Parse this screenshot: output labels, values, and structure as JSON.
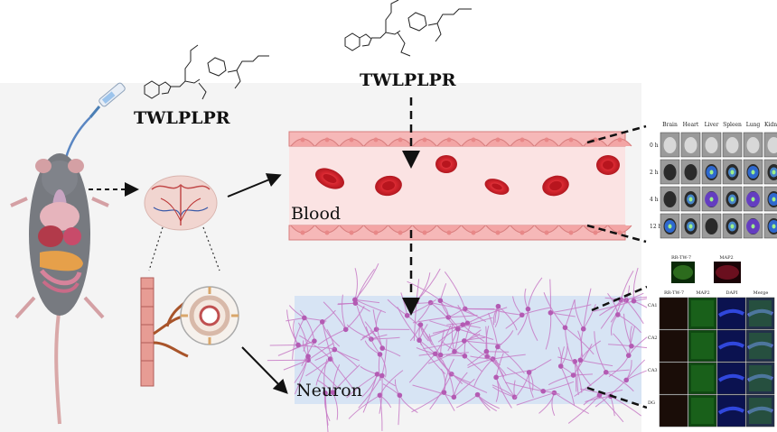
{
  "peptide": {
    "left_label": "TWLPLPR",
    "top_label": "TWLPLPR"
  },
  "compartments": {
    "blood": "Blood",
    "neuron": "Neuron"
  },
  "imaging": {
    "columns": [
      "Brain",
      "Heart",
      "Liver",
      "Spleen",
      "Lung",
      "Kidney"
    ],
    "rows": [
      "0 h",
      "2 h",
      "4 h",
      "12 h"
    ]
  },
  "histology": {
    "top_labels": [
      "RR-TW-7",
      "MAP2"
    ],
    "columns": [
      "RR-TW-7",
      "MAP2",
      "DAPI",
      "Merge"
    ],
    "rows": [
      "CA1",
      "CA2",
      "CA3",
      "DG"
    ]
  },
  "colors": {
    "vessel": "#f6b8b8",
    "vessel_lumen": "#fbe3e3",
    "rbc": "#d7262f",
    "neuron": "#c77ac6",
    "neuron_bg": "#d7e4f4"
  }
}
